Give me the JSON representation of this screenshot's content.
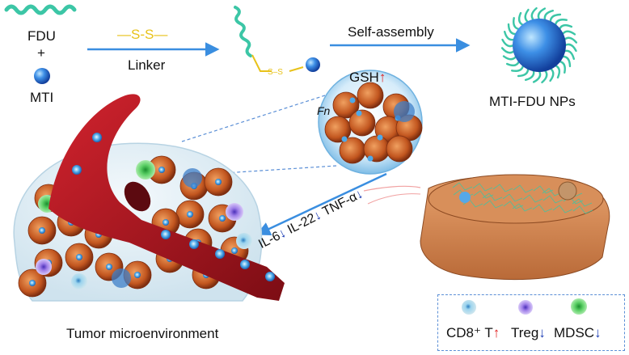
{
  "labels": {
    "fdu": "FDU",
    "plus": "+",
    "mti": "MTI",
    "linker_bond": "—S-S—",
    "linker": "Linker",
    "self_assembly": "Self-assembly",
    "nps": "MTI-FDU NPs",
    "gsh": "GSH",
    "gsh_arrow": "↑",
    "fn": "Fn",
    "cytokines": [
      {
        "name": "IL-6",
        "arrow": "↓"
      },
      {
        "name": "IL-22",
        "arrow": "↓"
      },
      {
        "name": "TNF-α",
        "arrow": "↓"
      }
    ],
    "tumor_microenvironment": "Tumor microenvironment"
  },
  "legend": [
    {
      "label": "CD8⁺ T",
      "arrow": "↑",
      "icon": "cd8-t-cell-icon"
    },
    {
      "label": "Treg",
      "arrow": "↓",
      "icon": "treg-cell-icon"
    },
    {
      "label": "MDSC",
      "arrow": "↓",
      "icon": "mdsc-cell-icon"
    }
  ],
  "colors": {
    "polymer": "#3cc6a6",
    "linker": "#e8c21a",
    "arrow": "#3a8ee0",
    "up_arrow": "#e02020",
    "down_arrow": "#1f3fb5",
    "vessel": "#a8141e",
    "tumor_cell": "#c8602a"
  }
}
